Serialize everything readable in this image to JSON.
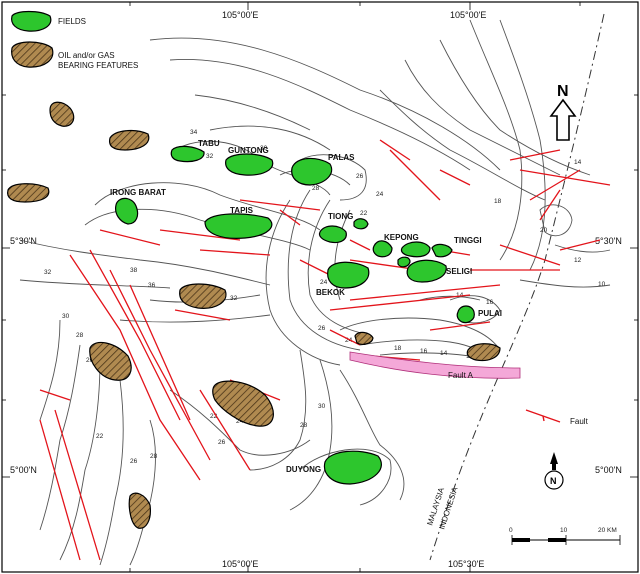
{
  "legend": {
    "fields_label": "FIELDS",
    "oilgas_label_1": "OIL and/or GAS",
    "oilgas_label_2": "BEARING FEATURES",
    "fault_label": "Fault"
  },
  "coordinates": {
    "top_left_lon": "105°00'E",
    "top_right_lon": "105°00'E",
    "bottom_left_lon": "105°00'E",
    "bottom_right_lon": "105°30'E",
    "left_mid_lat": "5°30'N",
    "right_mid_lat": "5°30'N",
    "left_low_lat": "5°00'N",
    "right_low_lat": "5°00'N"
  },
  "fields": {
    "tabu": "TABU",
    "guntong": "GUNTONG",
    "palas": "PALAS",
    "irong_barat": "IRONG BARAT",
    "tapis": "TAPIS",
    "tiong": "TIONG",
    "kepong": "KEPONG",
    "tinggi": "TINGGI",
    "seligi": "SELIGI",
    "bekok": "BEKOK",
    "pulai": "PULAI",
    "duyong": "DUYONG"
  },
  "fault_a_label": "Fault A",
  "north_label": "N",
  "compass_label": "N",
  "border_label_1": "MALAYSIA",
  "border_label_2": "INDONESIA",
  "scale": {
    "zero": "0",
    "ten": "10",
    "twenty": "20 KM"
  },
  "contour_labels": [
    "34",
    "32",
    "30",
    "28",
    "26",
    "24",
    "22",
    "20",
    "18",
    "16",
    "14",
    "12",
    "10",
    "38",
    "36"
  ],
  "colors": {
    "field": "#2dc62d",
    "oilgas": "#b08a50",
    "fault": "#e3141b",
    "fault_a": "#f4a8d8"
  }
}
